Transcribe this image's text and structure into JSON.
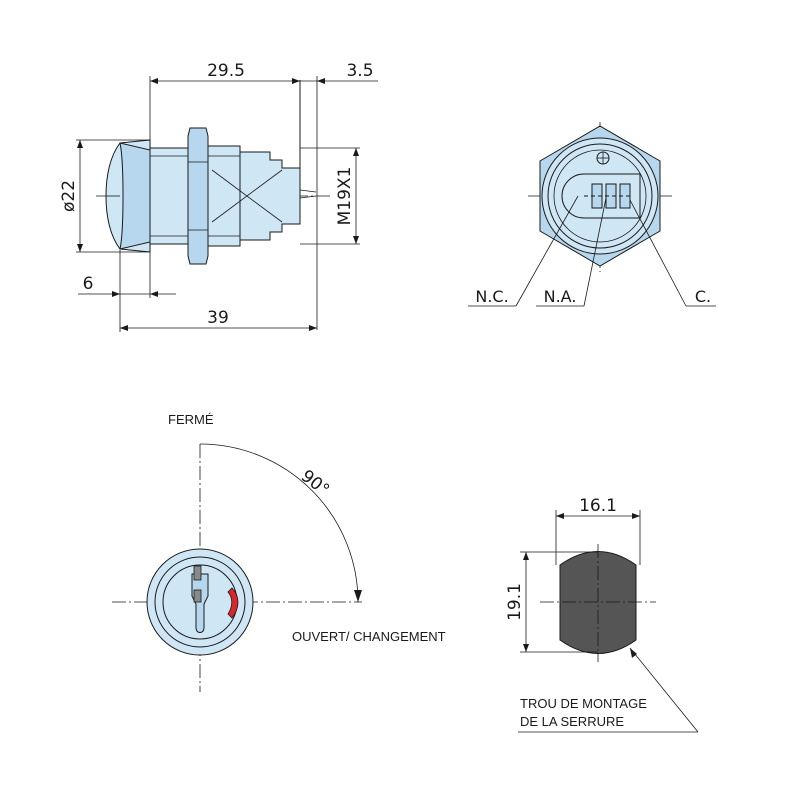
{
  "side_view": {
    "dim_body": "29.5",
    "dim_tip": "3.5",
    "dim_diameter": "ø22",
    "dim_thread": "M19X1",
    "dim_head": "6",
    "dim_total": "39"
  },
  "rear_view": {
    "label_nc": "N.C.",
    "label_na": "N.A.",
    "label_c": "C."
  },
  "front_view": {
    "label_closed": "FERMÉ",
    "label_angle": "90°",
    "label_open": "OUVERT/ CHANGEMENT"
  },
  "cutout_view": {
    "dim_width": "16.1",
    "dim_height": "19.1",
    "label_hole_line1": "TROU DE MONTAGE",
    "label_hole_line2": "DE LA SERRURE"
  },
  "colors": {
    "body": "#cfe6f5",
    "body_dark": "#b7d7ee",
    "indicator": "#d8262b",
    "cutout": "#555555",
    "line": "#1a1a1a"
  }
}
